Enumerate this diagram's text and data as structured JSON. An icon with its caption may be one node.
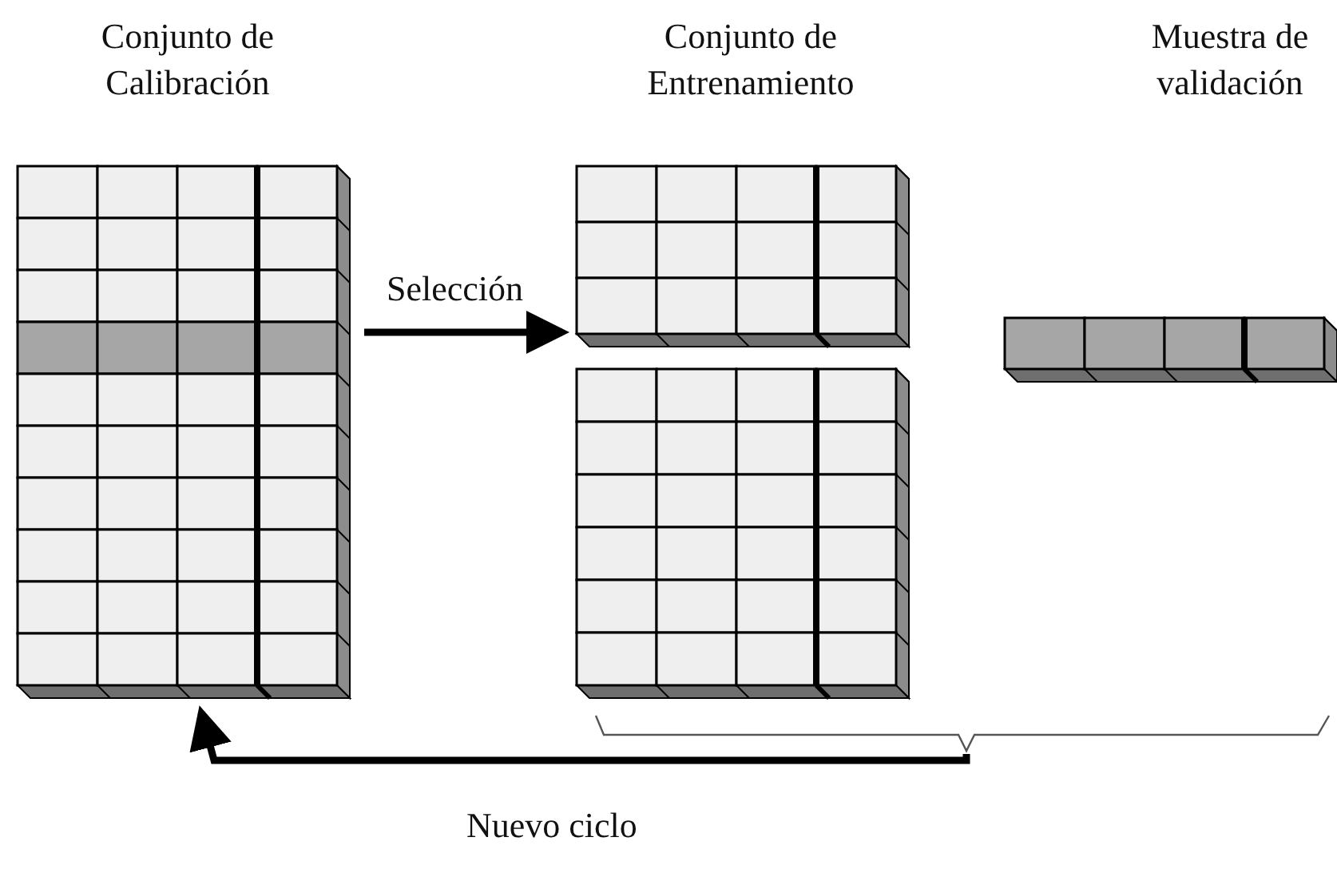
{
  "diagram": {
    "nodes": [
      {
        "text": [
          "Conjunto de Calibración"
        ]
      },
      {
        "text": [
          "Conjunto de Entrenamiento"
        ]
      },
      {
        "text": [
          "Muestra de validación"
        ]
      },
      {
        "text": [],
        "shape": "bracket"
      }
    ],
    "edges": [
      {
        "from": 0,
        "to": 1,
        "arrow": "to",
        "label": "Selección"
      },
      {
        "from": 3,
        "to": 0,
        "arrow": "to",
        "label": "Nuevo ciclo"
      }
    ]
  }
}
